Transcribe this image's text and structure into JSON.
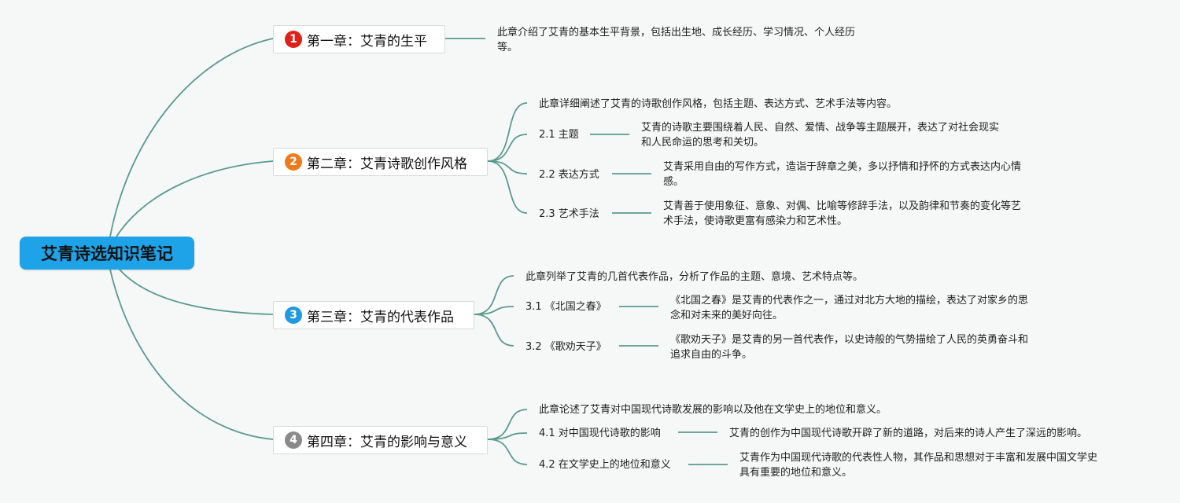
{
  "root": {
    "title": "艾青诗选知识笔记",
    "color": "#1fa3e8"
  },
  "line_color": "#5b9a8f",
  "chapters": [
    {
      "number": "1",
      "badge_color": "#e0201b",
      "title": "第一章：艾青的生平",
      "summary": [
        "此章介绍了艾青的基本生平背景，包括出生地、成长经历、学习情况、个人经历",
        "等。"
      ]
    },
    {
      "number": "2",
      "badge_color": "#ee7a1c",
      "title": "第二章：艾青诗歌创作风格",
      "summary": [
        "此章详细阐述了艾青的诗歌创作风格，包括主题、表达方式、艺术手法等内容。"
      ],
      "sections": [
        {
          "label": "2.1 主题",
          "desc": [
            "艾青的诗歌主要围绕着人民、自然、爱情、战争等主题展开，表达了对社会现实",
            "和人民命运的思考和关切。"
          ]
        },
        {
          "label": "2.2 表达方式",
          "desc": [
            "艾青采用自由的写作方式，造诣于辞章之美，多以抒情和抒怀的方式表达内心情",
            "感。"
          ]
        },
        {
          "label": "2.3 艺术手法",
          "desc": [
            "艾青善于使用象征、意象、对偶、比喻等修辞手法，以及韵律和节奏的变化等艺",
            "术手法，使诗歌更富有感染力和艺术性。"
          ]
        }
      ]
    },
    {
      "number": "3",
      "badge_color": "#1f9ae0",
      "title": "第三章：艾青的代表作品",
      "summary": [
        "此章列举了艾青的几首代表作品，分析了作品的主题、意境、艺术特点等。"
      ],
      "sections": [
        {
          "label": "3.1 《北国之春》",
          "desc": [
            "《北国之春》是艾青的代表作之一，通过对北方大地的描绘，表达了对家乡的思",
            "念和对未来的美好向往。"
          ]
        },
        {
          "label": "3.2 《歌劝天子》",
          "desc": [
            "《歌劝天子》是艾青的另一首代表作，以史诗般的气势描绘了人民的英勇奋斗和",
            "追求自由的斗争。"
          ]
        }
      ]
    },
    {
      "number": "4",
      "badge_color": "#8a8a8a",
      "title": "第四章：艾青的影响与意义",
      "summary": [
        "此章论述了艾青对中国现代诗歌发展的影响以及他在文学史上的地位和意义。"
      ],
      "sections": [
        {
          "label": "4.1 对中国现代诗歌的影响",
          "desc": [
            "艾青的创作为中国现代诗歌开辟了新的道路，对后来的诗人产生了深远的影响。"
          ]
        },
        {
          "label": "4.2 在文学史上的地位和意义",
          "desc": [
            "艾青作为中国现代诗歌的代表性人物，其作品和思想对于丰富和发展中国文学史",
            "具有重要的地位和意义。"
          ]
        }
      ]
    }
  ]
}
